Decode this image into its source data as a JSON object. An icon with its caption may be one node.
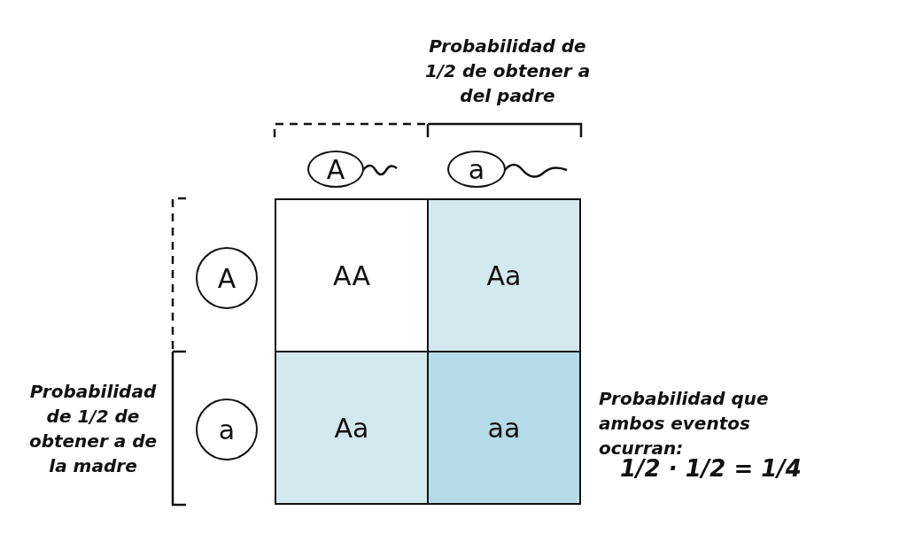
{
  "diagram": {
    "nodes": [
      {
        "text": [
          "A"
        ]
      },
      {
        "text": [
          "a"
        ]
      },
      {
        "text": [
          "A"
        ]
      },
      {
        "text": [
          "AA"
        ]
      },
      {
        "text": [
          "Aa"
        ]
      },
      {
        "text": [
          "a"
        ]
      },
      {
        "text": [
          "Aa"
        ]
      },
      {
        "text": [
          "aa"
        ]
      }
    ],
    "edges": [],
    "labels": [
      "Probabilidad de 1/2 de obtener a del padre",
      "Probabilidad de 1/2 de obtener a de la madre",
      "Probabilidad que ambos eventos ocurran:",
      "1/2 · 1/2 = 1/4"
    ]
  }
}
